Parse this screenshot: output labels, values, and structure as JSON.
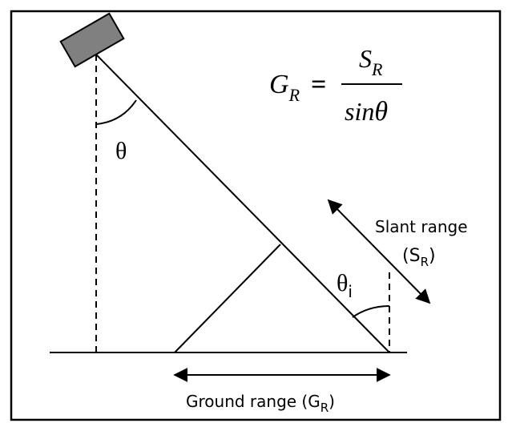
{
  "formula": {
    "lhs_base": "G",
    "lhs_sub": "R",
    "equals": "=",
    "numerator_base": "S",
    "numerator_sub": "R",
    "denominator": "sin",
    "denominator_symbol": "θ"
  },
  "labels": {
    "theta": "θ",
    "theta_i_base": "θ",
    "theta_i_sub": "i",
    "slant_range_line1": "Slant range",
    "slant_range_open": "(S",
    "slant_range_sub": "R",
    "slant_range_close": ")",
    "ground_range_text": "Ground range (G",
    "ground_range_sub": "R",
    "ground_range_close": ")"
  },
  "colors": {
    "sensor_fill": "#808080",
    "stroke": "#000000"
  }
}
